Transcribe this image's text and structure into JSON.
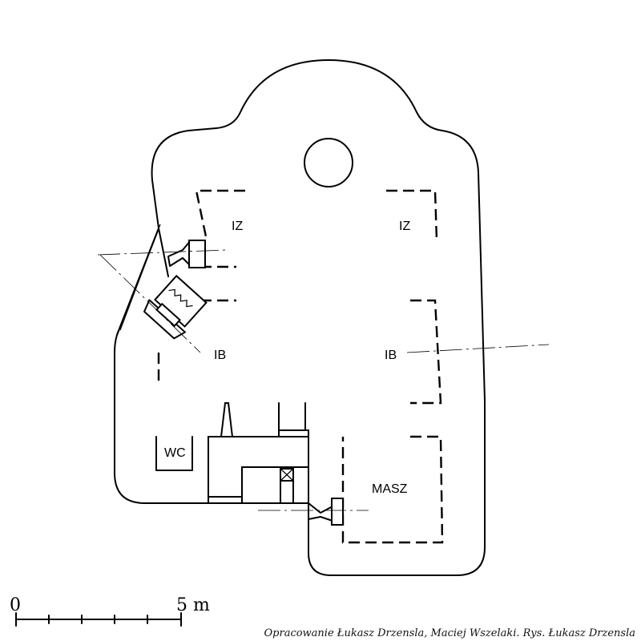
{
  "rooms": {
    "iz_left": "IZ",
    "iz_right": "IZ",
    "ib_left": "IB",
    "ib_right": "IB",
    "wc": "WC",
    "masz": "MASZ"
  },
  "scale_bar": {
    "start_label": "0",
    "end_label": "5 m"
  },
  "credits": "Opracowanie Łukasz Drzensla, Maciej Wszelaki. Rys. Łukasz Drzensla"
}
